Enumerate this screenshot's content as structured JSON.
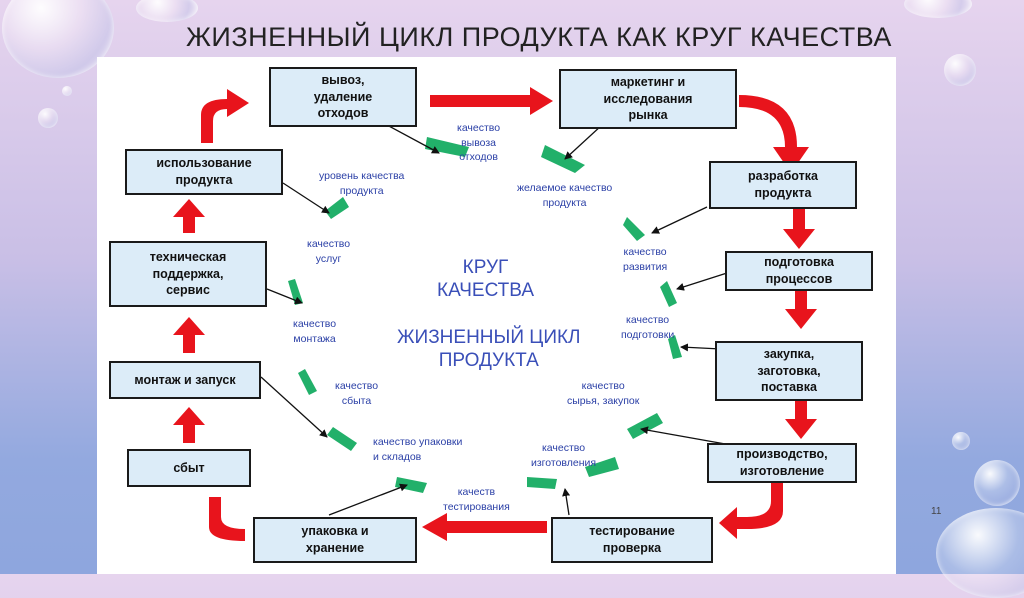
{
  "title": "ЖИЗНЕННЫЙ ЦИКЛ ПРОДУКТА КАК КРУГ КАЧЕСТВА",
  "slide_number": "11",
  "center": {
    "line1": "КРУГ",
    "line2": "КАЧЕСТВА",
    "line3": "ЖИЗНЕННЫЙ ЦИКЛ",
    "line4": "ПРОДУКТА"
  },
  "stages": [
    {
      "id": "marketing",
      "lines": [
        "маркетинг и",
        "исследования",
        "рынка"
      ]
    },
    {
      "id": "development",
      "lines": [
        "разработка",
        "продукта"
      ]
    },
    {
      "id": "process-prep",
      "lines": [
        "подготовка",
        "процессов"
      ]
    },
    {
      "id": "procurement",
      "lines": [
        "закупка,",
        "заготовка,",
        "поставка"
      ]
    },
    {
      "id": "production",
      "lines": [
        "производство,",
        "изготовление"
      ]
    },
    {
      "id": "testing",
      "lines": [
        "тестирование",
        "проверка"
      ]
    },
    {
      "id": "packaging",
      "lines": [
        "упаковка и",
        "хранение"
      ]
    },
    {
      "id": "sales",
      "lines": [
        "сбыт"
      ]
    },
    {
      "id": "installation",
      "lines": [
        "монтаж и запуск"
      ]
    },
    {
      "id": "support",
      "lines": [
        "техническая",
        "поддержка,",
        "сервис"
      ]
    },
    {
      "id": "usage",
      "lines": [
        "использование",
        "продукта"
      ]
    },
    {
      "id": "disposal",
      "lines": [
        "вывоз,",
        "удаление",
        "отходов"
      ]
    }
  ],
  "qualities": [
    {
      "id": "disposal",
      "lines": [
        "качество",
        "вывоза",
        "отходов"
      ]
    },
    {
      "id": "desired",
      "lines": [
        "желаемое качество",
        "продукта"
      ]
    },
    {
      "id": "development",
      "lines": [
        "качество",
        "развития"
      ]
    },
    {
      "id": "preparation",
      "lines": [
        "качество",
        "подготовки"
      ]
    },
    {
      "id": "raw",
      "lines": [
        "качество",
        "сырья, закупок"
      ]
    },
    {
      "id": "manufacturing",
      "lines": [
        "качество",
        "изготовления"
      ]
    },
    {
      "id": "testing",
      "lines": [
        "качеств",
        "тестирования"
      ]
    },
    {
      "id": "packaging",
      "lines": [
        "качество упаковки",
        "и складов"
      ]
    },
    {
      "id": "sales",
      "lines": [
        "качество",
        "сбыта"
      ]
    },
    {
      "id": "installation",
      "lines": [
        "качество",
        "монтажа"
      ]
    },
    {
      "id": "services",
      "lines": [
        "качество",
        "услуг"
      ]
    },
    {
      "id": "product-level",
      "lines": [
        "уровень качества",
        "продукта"
      ]
    }
  ],
  "colors": {
    "arrow_red": "#e8141c",
    "arc_green": "#22b06a",
    "box_fill": "#dcecf8",
    "label_blue": "#2a3fa6"
  }
}
